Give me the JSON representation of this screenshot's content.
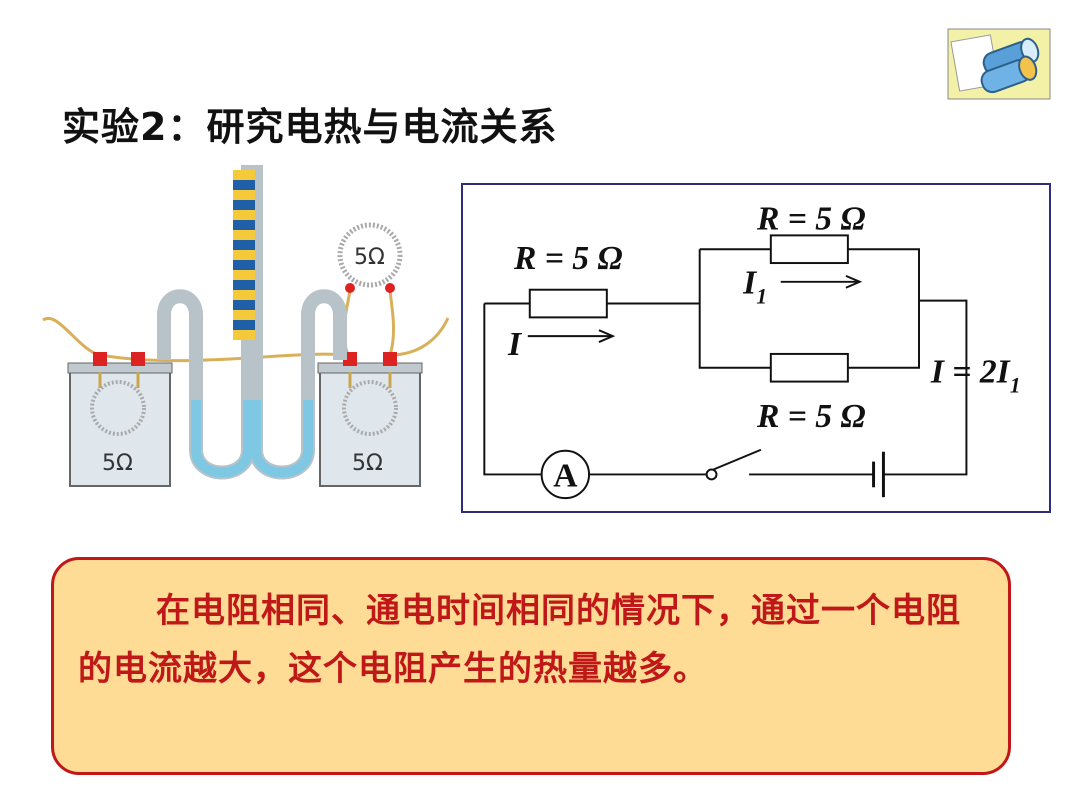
{
  "title": "实验2：研究电热与电流关系",
  "apparatus": {
    "left_box_label": "5Ω",
    "right_box_label": "5Ω",
    "extra_resistor_label": "5Ω"
  },
  "circuit": {
    "labels": {
      "top_resistor": "R = 5 Ω",
      "left_resistor": "R = 5 Ω",
      "bottom_resistor": "R = 5 Ω",
      "branch_current_symbol": "I",
      "branch_current_sub": "1",
      "main_current": "I",
      "relation_prefix": "I = 2I",
      "relation_sub": "1",
      "ammeter": "A"
    }
  },
  "conclusion": "在电阻相同、通电时间相同的情况下，通过一个电阻的电流越大，这个电阻产生的热量越多。",
  "colors": {
    "box_fill": "#fedc95",
    "box_border": "#c01818",
    "text_red": "#c01818",
    "frame_border": "#2d2d7a",
    "liquid": "#7ec8e3"
  },
  "icons": {
    "corner": "binocular-icon"
  }
}
